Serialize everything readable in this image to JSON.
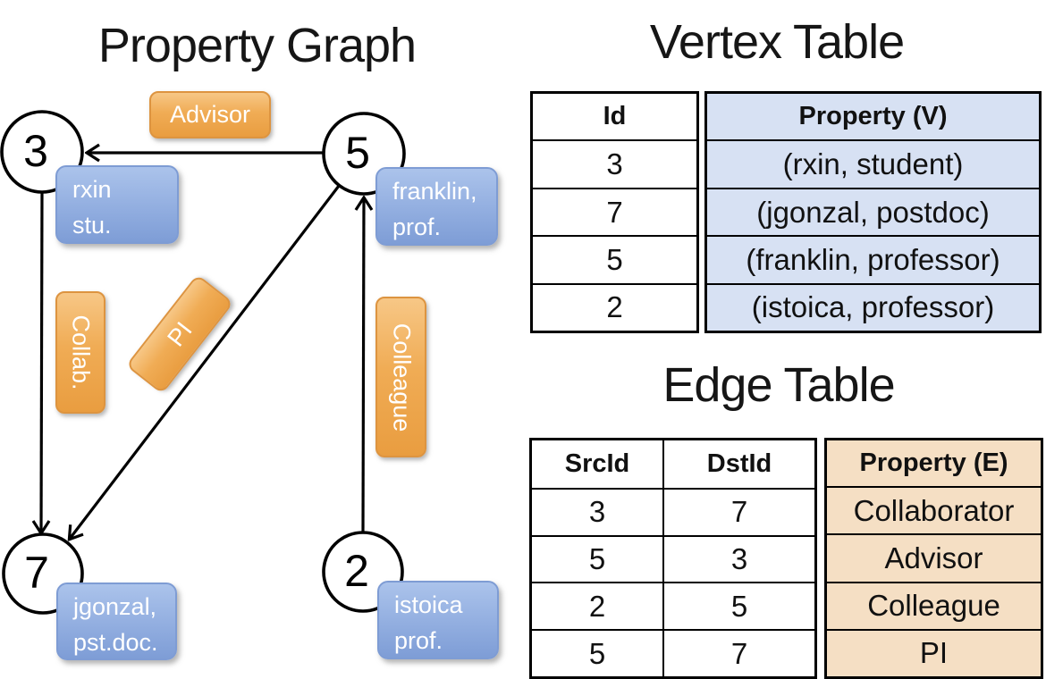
{
  "graph": {
    "title": "Property Graph",
    "nodes": [
      {
        "id": "3",
        "label_lines": [
          "rxin",
          "stu."
        ]
      },
      {
        "id": "5",
        "label_lines": [
          "franklin,",
          "prof."
        ]
      },
      {
        "id": "7",
        "label_lines": [
          "jgonzal,",
          "pst.doc."
        ]
      },
      {
        "id": "2",
        "label_lines": [
          "istoica",
          "prof."
        ]
      }
    ],
    "edges": [
      {
        "label": "Advisor"
      },
      {
        "label": "Collab."
      },
      {
        "label": "PI"
      },
      {
        "label": "Colleague"
      }
    ]
  },
  "vertex_table": {
    "title": "Vertex Table",
    "columns": [
      "Id",
      "Property (V)"
    ],
    "rows": [
      [
        "3",
        "(rxin, student)"
      ],
      [
        "7",
        "(jgonzal, postdoc)"
      ],
      [
        "5",
        "(franklin, professor)"
      ],
      [
        "2",
        "(istoica, professor)"
      ]
    ]
  },
  "edge_table": {
    "title": "Edge Table",
    "columns": [
      "SrcId",
      "DstId",
      "Property (E)"
    ],
    "rows": [
      [
        "3",
        "7",
        "Collaborator"
      ],
      [
        "5",
        "3",
        "Advisor"
      ],
      [
        "2",
        "5",
        "Colleague"
      ],
      [
        "5",
        "7",
        "PI"
      ]
    ]
  },
  "colors": {
    "edge_label_orange": "#ED9D47",
    "vertex_box_blue": "#89A7DC",
    "vertex_property_fill": "#D7E1F3",
    "edge_property_fill": "#F5DFC4",
    "line_black": "#000000"
  }
}
